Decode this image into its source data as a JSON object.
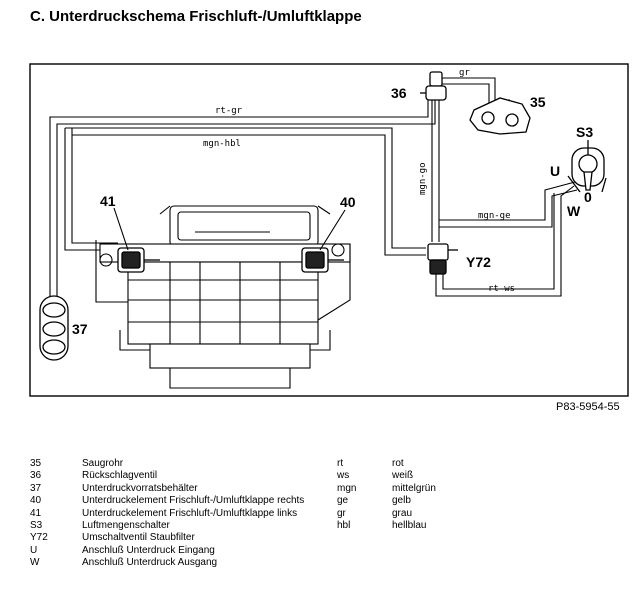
{
  "title": "C.  Unterdruckschema Frischluft-/Umluftklappe",
  "figure_id": "P83-5954-55",
  "diagram_labels": {
    "c35": "35",
    "c36": "36",
    "c37": "37",
    "c40": "40",
    "c41": "41",
    "cS3": "S3",
    "cY72": "Y72",
    "cU": "U",
    "cW": "W",
    "c0": "0"
  },
  "line_labels": {
    "rt_gr": "rt-gr",
    "mgn_hbl": "mgn-hbl",
    "gr": "gr",
    "mgn_go": "mgn-go",
    "mgn_ge": "mgn-ge",
    "rt_ws": "rt-ws"
  },
  "legend_parts": [
    {
      "code": "35",
      "desc": "Saugrohr"
    },
    {
      "code": "36",
      "desc": "Rückschlagventil"
    },
    {
      "code": "37",
      "desc": "Unterdruckvorratsbehälter"
    },
    {
      "code": "40",
      "desc": "Unterdruckelement Frischluft-/Umluftklappe rechts"
    },
    {
      "code": "41",
      "desc": "Unterdruckelement Frischluft-/Umluftklappe links"
    },
    {
      "code": "S3",
      "desc": "Luftmengenschalter"
    },
    {
      "code": "Y72",
      "desc": "Umschaltventil Staubfilter"
    },
    {
      "code": "U",
      "desc": "Anschluß Unterdruck Eingang"
    },
    {
      "code": "W",
      "desc": "Anschluß Unterdruck Ausgang"
    }
  ],
  "legend_colors": [
    {
      "code": "rt",
      "desc": "rot"
    },
    {
      "code": "ws",
      "desc": "weiß"
    },
    {
      "code": "mgn",
      "desc": "mittelgrün"
    },
    {
      "code": "ge",
      "desc": "gelb"
    },
    {
      "code": "gr",
      "desc": "grau"
    },
    {
      "code": "hbl",
      "desc": "hellblau"
    }
  ]
}
